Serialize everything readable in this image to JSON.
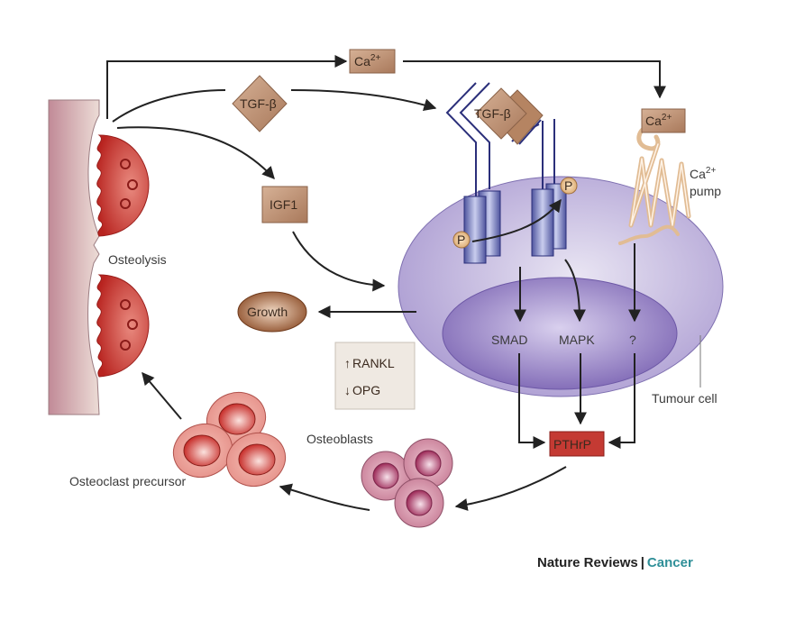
{
  "figure": {
    "title": "Bone metastasis vicious cycle",
    "colors": {
      "bone": "#c9949f",
      "osteoclast": "#c0322e",
      "factor_box": "#b98a6c",
      "tumour_cell": "#b4a6d6",
      "nucleus": "#8d78c0",
      "receptor": "#2b2f7a",
      "pthrp_box": "#c43a33",
      "pump": "#e1bc94",
      "precursor": "#e48d86",
      "osteoblast": "#c67a94",
      "accent_journal": "#2f8f98"
    }
  },
  "labels": {
    "ca_top": "Ca2+",
    "ca_base": "Ca",
    "ca_sup": "2+",
    "tgf_left": "TGF-β",
    "tgf_receptor": "TGF-β",
    "igf1": "IGF1",
    "ca_pump_ion": "Ca2+",
    "ca_pump_line1_base": "Ca",
    "ca_pump_line1_sup": "2+",
    "ca_pump_line2": "pump",
    "phospho": "P",
    "osteolysis": "Osteolysis",
    "growth": "Growth",
    "rankl": "RANKL",
    "opg": "OPG",
    "rankl_arrow": "↑",
    "opg_arrow": "↓",
    "smad": "SMAD",
    "mapk": "MAPK",
    "unknown": "?",
    "tumour_cell": "Tumour cell",
    "pthrp": "PTHrP",
    "osteoblasts": "Osteoblasts",
    "osteoclast_precursor": "Osteoclast precursor"
  },
  "footer": {
    "journal": "Nature Reviews",
    "separator": "|",
    "section": "Cancer"
  }
}
